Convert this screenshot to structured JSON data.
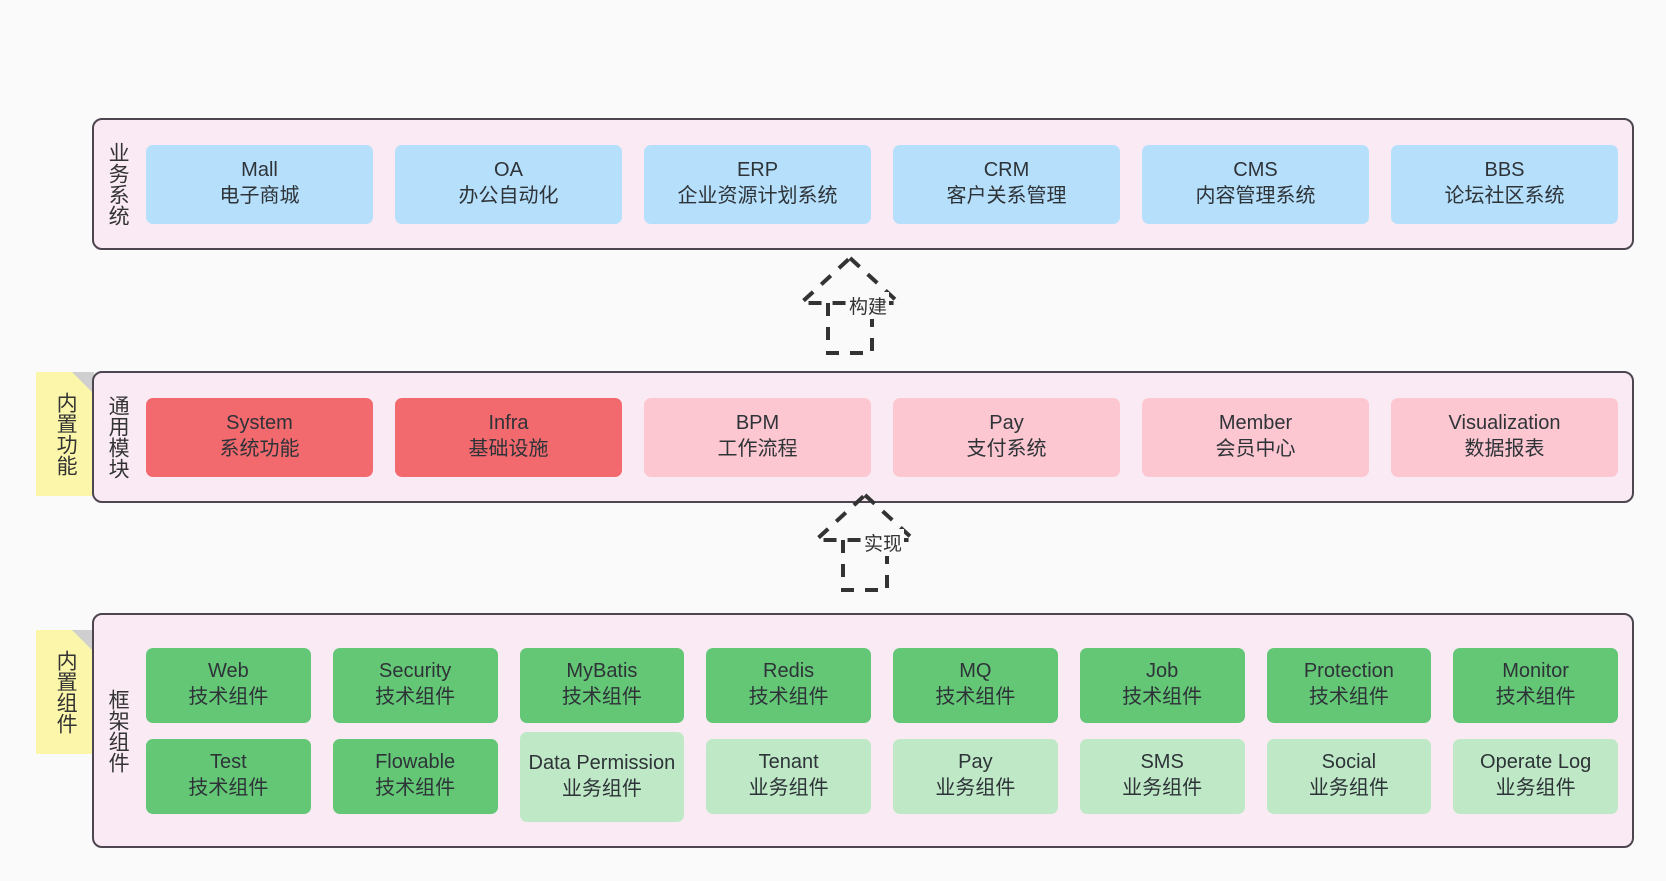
{
  "diagram": {
    "background_color": "#fafafa",
    "panel_fill": "#f9eaf4",
    "panel_border": "#4d4651",
    "note_fill": "#fbf6a9"
  },
  "layers": [
    {
      "key": "business",
      "title": "业务系统",
      "rows": [
        {
          "cards": [
            {
              "l1": "Mall",
              "l2": "电子商城",
              "color": "#b5dffb"
            },
            {
              "l1": "OA",
              "l2": "办公自动化",
              "color": "#b5dffb"
            },
            {
              "l1": "ERP",
              "l2": "企业资源计划系统",
              "color": "#b5dffb"
            },
            {
              "l1": "CRM",
              "l2": "客户关系管理",
              "color": "#b5dffb"
            },
            {
              "l1": "CMS",
              "l2": "内容管理系统",
              "color": "#b5dffb"
            },
            {
              "l1": "BBS",
              "l2": "论坛社区系统",
              "color": "#b5dffb"
            }
          ]
        }
      ]
    },
    {
      "key": "common",
      "title": "通用模块",
      "note": "内置功能",
      "rows": [
        {
          "cards": [
            {
              "l1": "System",
              "l2": "系统功能",
              "color": "#f2696e"
            },
            {
              "l1": "Infra",
              "l2": "基础设施",
              "color": "#f2696e"
            },
            {
              "l1": "BPM",
              "l2": "工作流程",
              "color": "#fcc7d1"
            },
            {
              "l1": "Pay",
              "l2": "支付系统",
              "color": "#fcc7d1"
            },
            {
              "l1": "Member",
              "l2": "会员中心",
              "color": "#fcc7d1"
            },
            {
              "l1": "Visualization",
              "l2": "数据报表",
              "color": "#fcc7d1"
            }
          ]
        }
      ]
    },
    {
      "key": "framework",
      "title": "框架组件",
      "note": "内置组件",
      "rows": [
        {
          "cards": [
            {
              "l1": "Web",
              "l2": "技术组件",
              "color": "#63c776"
            },
            {
              "l1": "Security",
              "l2": "技术组件",
              "color": "#63c776"
            },
            {
              "l1": "MyBatis",
              "l2": "技术组件",
              "color": "#63c776"
            },
            {
              "l1": "Redis",
              "l2": "技术组件",
              "color": "#63c776"
            },
            {
              "l1": "MQ",
              "l2": "技术组件",
              "color": "#63c776"
            },
            {
              "l1": "Job",
              "l2": "技术组件",
              "color": "#63c776"
            },
            {
              "l1": "Protection",
              "l2": "技术组件",
              "color": "#63c776"
            },
            {
              "l1": "Monitor",
              "l2": "技术组件",
              "color": "#63c776"
            }
          ]
        },
        {
          "cards": [
            {
              "l1": "Test",
              "l2": "技术组件",
              "color": "#63c776"
            },
            {
              "l1": "Flowable",
              "l2": "技术组件",
              "color": "#63c776"
            },
            {
              "l1": "Data Permission",
              "l2": "业务组件",
              "color": "#bfe9c6",
              "tall": true
            },
            {
              "l1": "Tenant",
              "l2": "业务组件",
              "color": "#bfe9c6"
            },
            {
              "l1": "Pay",
              "l2": "业务组件",
              "color": "#bfe9c6"
            },
            {
              "l1": "SMS",
              "l2": "业务组件",
              "color": "#bfe9c6"
            },
            {
              "l1": "Social",
              "l2": "业务组件",
              "color": "#bfe9c6"
            },
            {
              "l1": "Operate Log",
              "l2": "业务组件",
              "color": "#bfe9c6"
            }
          ]
        }
      ]
    }
  ],
  "connectors": [
    {
      "key": "build",
      "label": "构建",
      "style": "dashed-hollow-triangle"
    },
    {
      "key": "implement",
      "label": "实现",
      "style": "dashed-hollow-triangle"
    }
  ]
}
